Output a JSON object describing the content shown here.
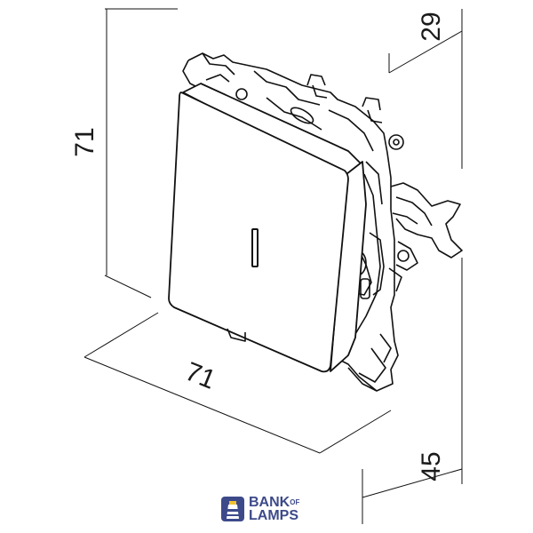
{
  "dimensions": {
    "height": "71",
    "width": "71",
    "depth_top": "29",
    "depth_bottom": "45"
  },
  "logo": {
    "line1": "BANK",
    "of": "OF",
    "line2": "LAMPS"
  },
  "colors": {
    "logo_accent": "#3d4a8a",
    "logo_text": "#3d4a8a",
    "line": "#111111"
  }
}
